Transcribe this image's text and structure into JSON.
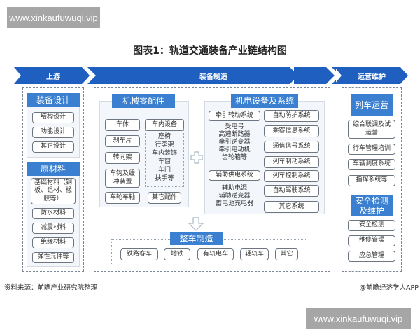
{
  "watermark": {
    "text": "www.xinkaufuwuqi.vip"
  },
  "title": "图表1：轨道交通装备产业链结构图",
  "stages": [
    {
      "label": "上游"
    },
    {
      "label": "装备制造"
    },
    {
      "label": "运营维护"
    }
  ],
  "upstream": {
    "design": {
      "header": "装备设计",
      "items": [
        "结构设计",
        "功能设计",
        "其它设计"
      ]
    },
    "materials": {
      "header": "原材料",
      "items": [
        "基础材料（钢板、铝材、橡胶等）",
        "防水材料",
        "减震材料",
        "绝缘材料",
        "弹性元件等"
      ]
    }
  },
  "manufacturing": {
    "mechanical": {
      "header": "机械零配件",
      "left_items": [
        "车体",
        "刹车片",
        "转向架",
        "车钩及缓冲装置",
        "车轮车轴"
      ],
      "interior": {
        "header": "车内设备",
        "items": [
          "座椅",
          "行李架",
          "车内装饰",
          "车窗",
          "车门",
          "扶手等"
        ]
      },
      "other": "其它配件"
    },
    "electromech": {
      "header": "机电设备及系统",
      "traction": {
        "header": "牵引转动系统",
        "items": [
          "受电弓",
          "高速断路器",
          "牵引逆变器",
          "牵引电动机",
          "齿轮箱等"
        ]
      },
      "aux_power": {
        "header": "辅助供电系统",
        "items": [
          "辅助电源",
          "辅助逆变器",
          "蓄电池充电器"
        ]
      },
      "systems": [
        "自动防护系统",
        "乘客信息系统",
        "通信信号系统",
        "列车制动系统",
        "列车控制系统",
        "自动驾驶系统",
        "其它系统"
      ]
    },
    "vehicle": {
      "header": "整车制造",
      "items": [
        "铁路客车",
        "地铁",
        "有轨电车",
        "轻轨车",
        "其它"
      ]
    }
  },
  "operations": {
    "train_ops": {
      "header": "列车运营",
      "items": [
        "综合联调及试运营",
        "行车管理培训",
        "车辆调度系统",
        "指挥系统等"
      ]
    },
    "safety": {
      "header": "安全检测及维护",
      "items": [
        "安全检测",
        "维修管理",
        "应急管理"
      ]
    }
  },
  "footer": {
    "source": "资料来源：前瞻产业研究院整理",
    "credit": "@前瞻经济学人APP"
  },
  "colors": {
    "stage_blue": "#1f5fbf",
    "header_blue": "#3a7fd0"
  }
}
